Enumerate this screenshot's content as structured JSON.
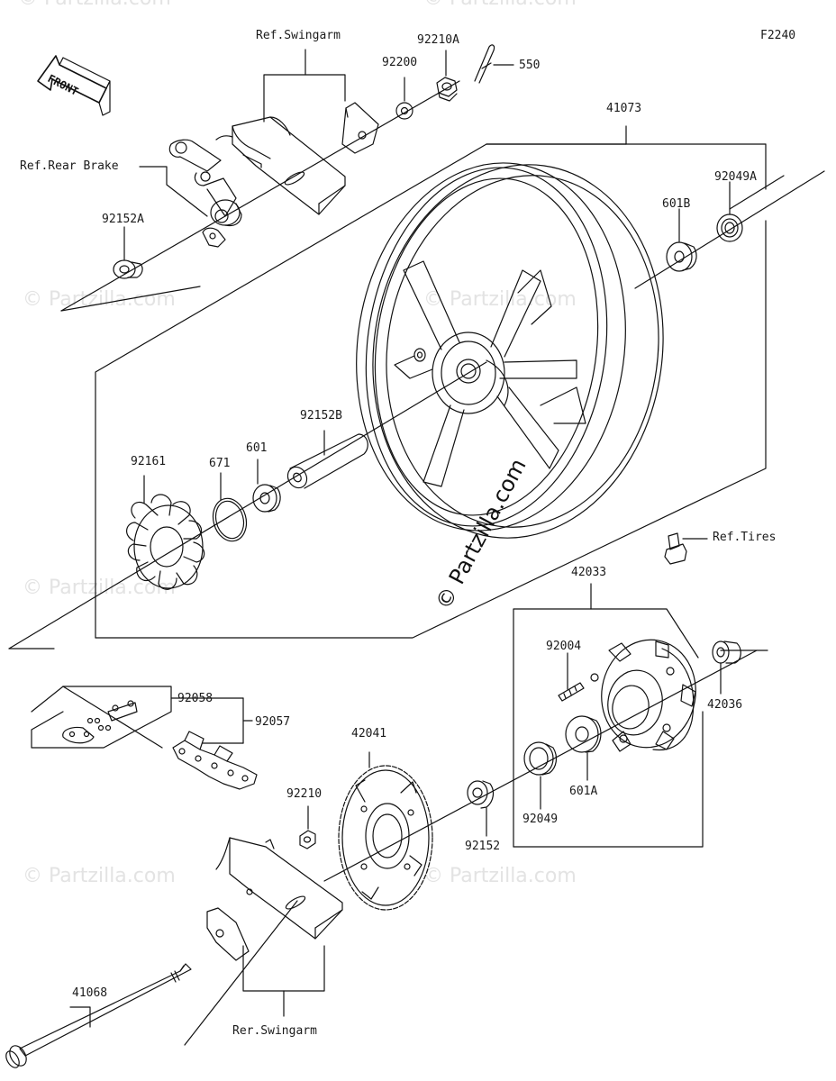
{
  "diagram_code": "F2240",
  "front_label": "FRONT",
  "watermark": "© Partzilla.com",
  "refs": {
    "swingarm_top": "Ref.Swingarm",
    "rear_brake": "Ref.Rear Brake",
    "tires": "Ref.Tires",
    "swingarm_bottom": "Rer.Swingarm"
  },
  "parts": {
    "p92210A": "92210A",
    "p92200": "92200",
    "p550": "550",
    "p41073": "41073",
    "p92049A": "92049A",
    "p601B": "601B",
    "p92152A": "92152A",
    "p92152B": "92152B",
    "p92161": "92161",
    "p671": "671",
    "p601": "601",
    "p42033": "42033",
    "p92004": "92004",
    "p42036": "42036",
    "p92058": "92058",
    "p92057": "92057",
    "p42041": "42041",
    "p92210": "92210",
    "p92152": "92152",
    "p92049": "92049",
    "p601A": "601A",
    "p41068": "41068"
  }
}
